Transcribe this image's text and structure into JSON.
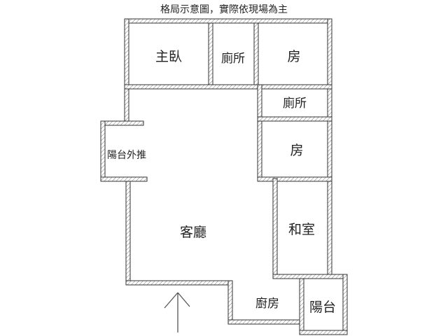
{
  "title": "格局示意圖，實際依現場為主",
  "rooms": {
    "master_bedroom": "主臥",
    "toilet_top": "廁所",
    "room_top_right": "房",
    "toilet_right": "廁所",
    "room_right": "房",
    "balcony_extension": "陽台外推",
    "living_room": "客廳",
    "japanese_room": "和室",
    "kitchen": "廚房",
    "balcony": "陽台"
  },
  "colors": {
    "wall_stroke": "#333333",
    "text": "#222222"
  }
}
